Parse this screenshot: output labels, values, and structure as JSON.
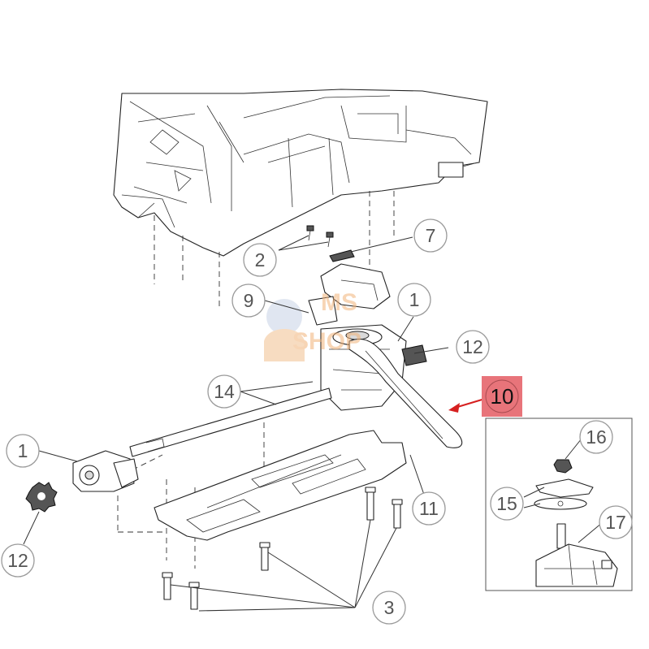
{
  "callouts": {
    "c1a": "1",
    "c1b": "1",
    "c2": "2",
    "c3": "3",
    "c7": "7",
    "c9": "9",
    "c10": "10",
    "c11": "11",
    "c12a": "12",
    "c12b": "12",
    "c14": "14",
    "c15": "15",
    "c16": "16",
    "c17": "17"
  },
  "highlight": {
    "color": "#e8747a",
    "arrow_color": "#d62020"
  },
  "watermark": {
    "line1": "MS",
    "line2": "SHOP",
    "color": "#f2b37a"
  }
}
